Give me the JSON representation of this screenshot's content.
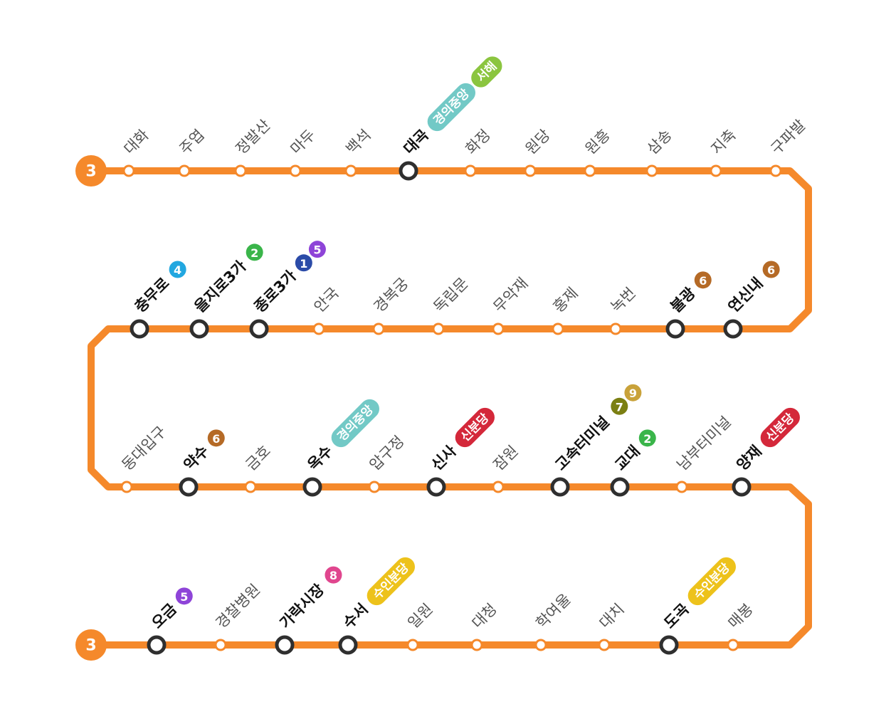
{
  "line": {
    "number": "3",
    "color": "#F5892B"
  },
  "line_colors": {
    "1": "#2B4BA8",
    "2": "#3AB54A",
    "4": "#22A7E0",
    "5": "#8E44D8",
    "6": "#B56A26",
    "7": "#7B7F12",
    "8": "#E0468E",
    "9": "#C9A23A",
    "경의중앙": "#72C9C6",
    "서해": "#8BC53F",
    "신분당": "#D4283A",
    "수인분당": "#EDC21B"
  },
  "rows": [
    {
      "stations": [
        {
          "name": "대화",
          "transfer": false,
          "badges": []
        },
        {
          "name": "주엽",
          "transfer": false,
          "badges": []
        },
        {
          "name": "정발산",
          "transfer": false,
          "badges": []
        },
        {
          "name": "마두",
          "transfer": false,
          "badges": []
        },
        {
          "name": "백석",
          "transfer": false,
          "badges": []
        },
        {
          "name": "대곡",
          "transfer": true,
          "badges": [
            "경의중앙",
            "서해"
          ]
        },
        {
          "name": "화정",
          "transfer": false,
          "badges": []
        },
        {
          "name": "원당",
          "transfer": false,
          "badges": []
        },
        {
          "name": "원흥",
          "transfer": false,
          "badges": []
        },
        {
          "name": "삼송",
          "transfer": false,
          "badges": []
        },
        {
          "name": "지축",
          "transfer": false,
          "badges": []
        },
        {
          "name": "구파발",
          "transfer": false,
          "badges": []
        }
      ]
    },
    {
      "stations": [
        {
          "name": "충무로",
          "transfer": true,
          "badges": [
            "4"
          ]
        },
        {
          "name": "을지로3가",
          "transfer": true,
          "badges": [
            "2"
          ]
        },
        {
          "name": "종로3가",
          "transfer": true,
          "badges": [
            "1",
            "5"
          ]
        },
        {
          "name": "안국",
          "transfer": false,
          "badges": []
        },
        {
          "name": "경복궁",
          "transfer": false,
          "badges": []
        },
        {
          "name": "독립문",
          "transfer": false,
          "badges": []
        },
        {
          "name": "무악재",
          "transfer": false,
          "badges": []
        },
        {
          "name": "홍제",
          "transfer": false,
          "badges": []
        },
        {
          "name": "녹번",
          "transfer": false,
          "badges": []
        },
        {
          "name": "불광",
          "transfer": true,
          "badges": [
            "6"
          ]
        },
        {
          "name": "연신내",
          "transfer": true,
          "badges": [
            "6"
          ]
        }
      ]
    },
    {
      "stations": [
        {
          "name": "동대입구",
          "transfer": false,
          "badges": []
        },
        {
          "name": "약수",
          "transfer": true,
          "badges": [
            "6"
          ]
        },
        {
          "name": "금호",
          "transfer": false,
          "badges": []
        },
        {
          "name": "옥수",
          "transfer": true,
          "badges": [
            "경의중앙"
          ]
        },
        {
          "name": "압구정",
          "transfer": false,
          "badges": []
        },
        {
          "name": "신사",
          "transfer": true,
          "badges": [
            "신분당"
          ]
        },
        {
          "name": "잠원",
          "transfer": false,
          "badges": []
        },
        {
          "name": "고속터미널",
          "transfer": true,
          "badges": [
            "7",
            "9"
          ]
        },
        {
          "name": "교대",
          "transfer": true,
          "badges": [
            "2"
          ]
        },
        {
          "name": "남부터미널",
          "transfer": false,
          "badges": []
        },
        {
          "name": "양재",
          "transfer": true,
          "badges": [
            "신분당"
          ]
        }
      ]
    },
    {
      "stations": [
        {
          "name": "오금",
          "transfer": true,
          "badges": [
            "5"
          ]
        },
        {
          "name": "경찰병원",
          "transfer": false,
          "badges": []
        },
        {
          "name": "가락시장",
          "transfer": true,
          "badges": [
            "8"
          ]
        },
        {
          "name": "수서",
          "transfer": true,
          "badges": [
            "수인분당"
          ]
        },
        {
          "name": "일원",
          "transfer": false,
          "badges": []
        },
        {
          "name": "대청",
          "transfer": false,
          "badges": []
        },
        {
          "name": "학여울",
          "transfer": false,
          "badges": []
        },
        {
          "name": "대치",
          "transfer": false,
          "badges": []
        },
        {
          "name": "도곡",
          "transfer": true,
          "badges": [
            "수인분당"
          ]
        },
        {
          "name": "매봉",
          "transfer": false,
          "badges": []
        }
      ]
    }
  ]
}
